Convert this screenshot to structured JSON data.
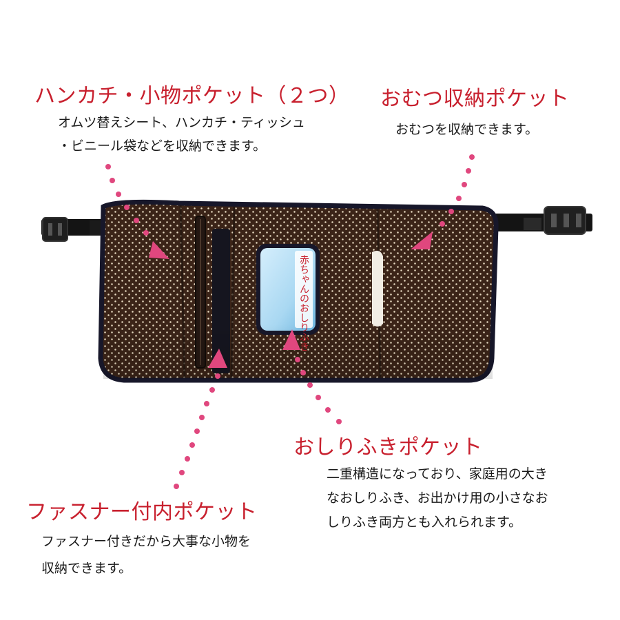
{
  "callouts": {
    "handkerchief": {
      "title": "ハンカチ・小物ポケット（２つ）",
      "lines": [
        "オムツ替えシート、ハンカチ・ティッシュ",
        "・ビニール袋などを収納できます。"
      ]
    },
    "diaper": {
      "title": "おむつ収納ポケット",
      "lines": [
        "おむつを収納できます。"
      ]
    },
    "wipes": {
      "title": "おしりふきポケット",
      "lines": [
        "二重構造になっており、家庭用の大き",
        "なおしりふき、お出かけ用の小さなお",
        "しりふき両方とも入れられます。"
      ]
    },
    "zipper": {
      "title": "ファスナー付内ポケット",
      "lines": [
        "ファスナー付きだから大事な小物を",
        "収納できます。"
      ]
    }
  },
  "product": {
    "wipes_package_text": "赤ちゃんのおしりふき"
  },
  "colors": {
    "title_red": "#c8202e",
    "pointer_pink": "#e0477e",
    "fabric_brown": "#3b2418",
    "binding_navy": "#17172a",
    "strap_black": "#141414"
  }
}
